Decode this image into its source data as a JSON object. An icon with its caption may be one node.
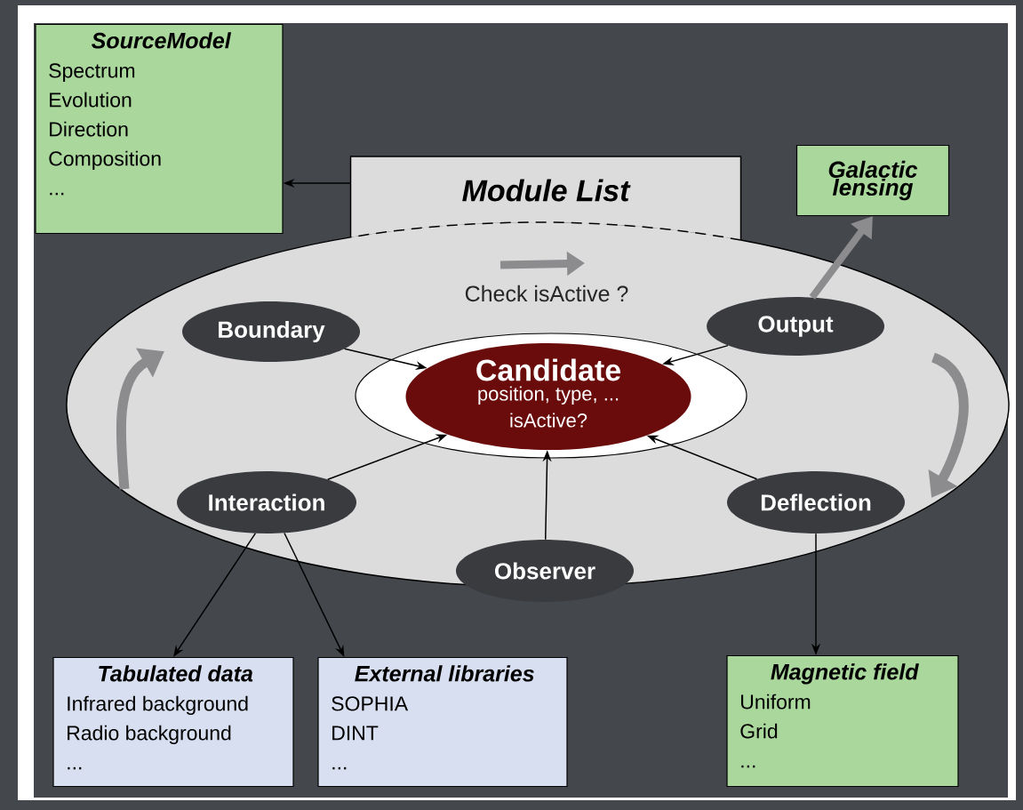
{
  "diagram": {
    "nodes": [
      {
        "text": [
          "SourceModel",
          "Spectrum",
          "Evolution",
          "Direction",
          "Composition",
          "..."
        ]
      },
      {
        "text": [
          "Module List"
        ]
      },
      {
        "text": [],
        "shape": "ellipse"
      },
      {
        "text": [
          "Galactic lensing"
        ]
      },
      {
        "text": [],
        "shape": "ellipse",
        "in": 2
      },
      {
        "text": [
          "Candidate",
          "position, type, ...",
          "isActive?"
        ],
        "in": 4
      },
      {
        "text": [
          "Boundary"
        ],
        "in": 2
      },
      {
        "text": [
          "Output"
        ],
        "in": 2
      },
      {
        "text": [
          "Interaction"
        ],
        "in": 2
      },
      {
        "text": [
          "Deflection"
        ],
        "in": 2
      },
      {
        "text": [
          "Observer"
        ],
        "in": 2
      },
      {
        "text": [
          "Tabulated data",
          "Infrared background",
          "Radio background",
          "..."
        ]
      },
      {
        "text": [
          "External libraries",
          "SOPHIA",
          "DINT",
          "..."
        ]
      },
      {
        "text": [
          "Magnetic field",
          "Uniform",
          "Grid",
          "..."
        ]
      }
    ],
    "edges": [
      {
        "from": 1,
        "to": 0,
        "arrow": "to"
      },
      {
        "from": 7,
        "to": 3,
        "arrow": "to",
        "style": "thick",
        "color": "#8c8c8e"
      },
      {
        "from": 6,
        "to": 5,
        "arrow": "to"
      },
      {
        "from": 7,
        "to": 5,
        "arrow": "to"
      },
      {
        "from": 8,
        "to": 5,
        "arrow": "to"
      },
      {
        "from": 9,
        "to": 5,
        "arrow": "to"
      },
      {
        "from": 10,
        "to": 5,
        "arrow": "to"
      },
      {
        "from": 8,
        "to": 11,
        "arrow": "to"
      },
      {
        "from": 8,
        "to": 12,
        "arrow": "to"
      },
      {
        "from": 9,
        "to": 13,
        "arrow": "to"
      }
    ],
    "labels": [
      "Check isActive ?"
    ]
  }
}
